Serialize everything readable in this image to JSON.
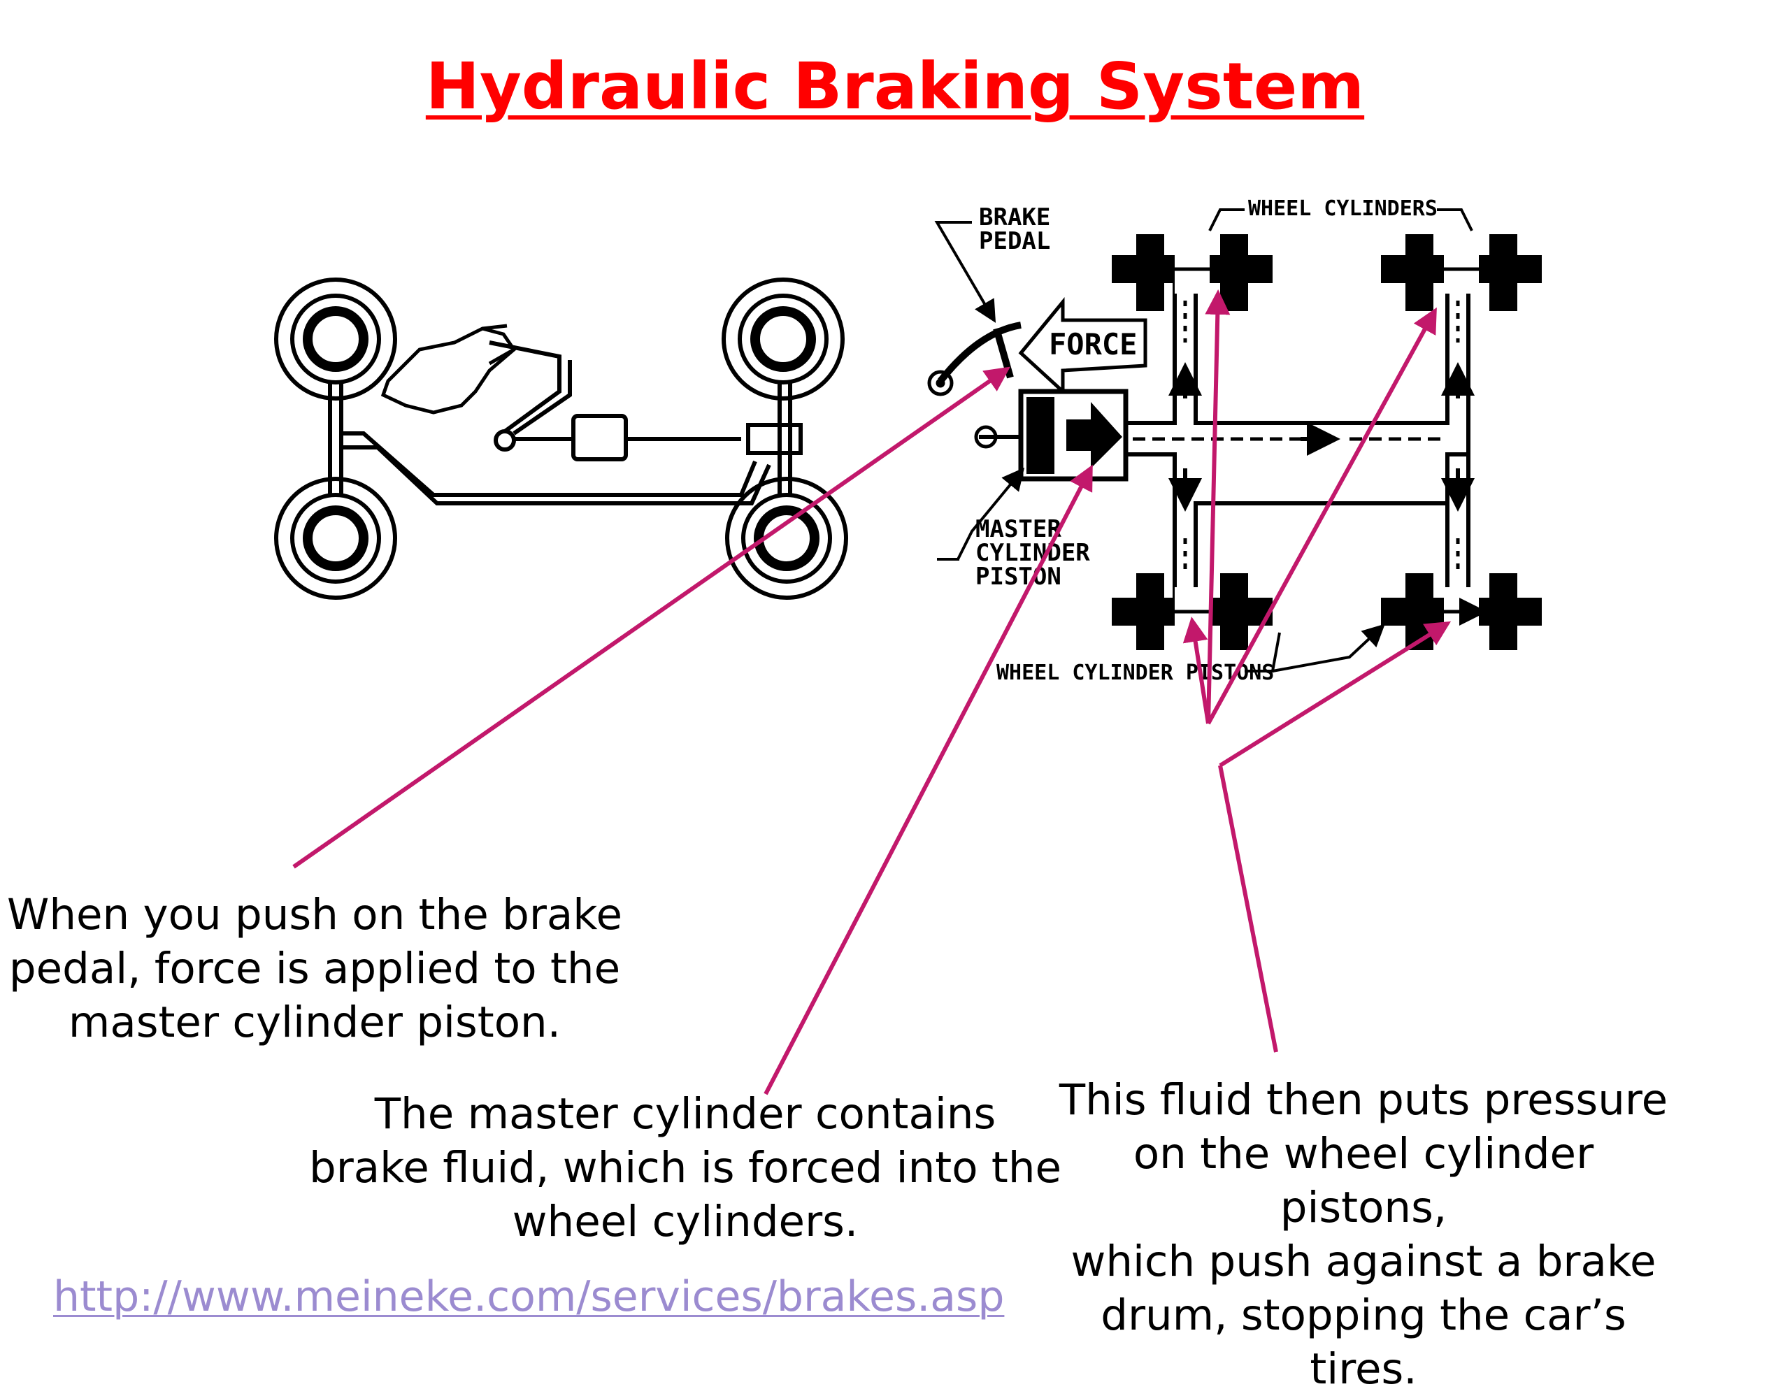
{
  "title": "Hydraulic Braking System",
  "colors": {
    "title": "#ff0000",
    "callout": "#c2186b",
    "link": "#9b8bd0",
    "ink": "#000000"
  },
  "diagram": {
    "labels": {
      "brake_pedal_line1": "BRAKE",
      "brake_pedal_line2": "PEDAL",
      "force": "FORCE",
      "wheel_cylinders": "WHEEL CYLINDERS",
      "master_line1": "MASTER",
      "master_line2": "CYLINDER",
      "master_line3": "PISTON",
      "wheel_cylinder_pistons": "WHEEL CYLINDER PISTONS"
    }
  },
  "captions": {
    "pedal": "When you push on the brake\npedal, force is applied to the\nmaster cylinder piston.",
    "master": "The master cylinder contains\nbrake fluid, which is forced into the\nwheel cylinders.",
    "fluid": "This fluid then puts pressure\non the wheel cylinder pistons,\nwhich push against a brake\ndrum, stopping the car’s tires."
  },
  "source_link": "http://www.meineke.com/services/brakes.asp"
}
